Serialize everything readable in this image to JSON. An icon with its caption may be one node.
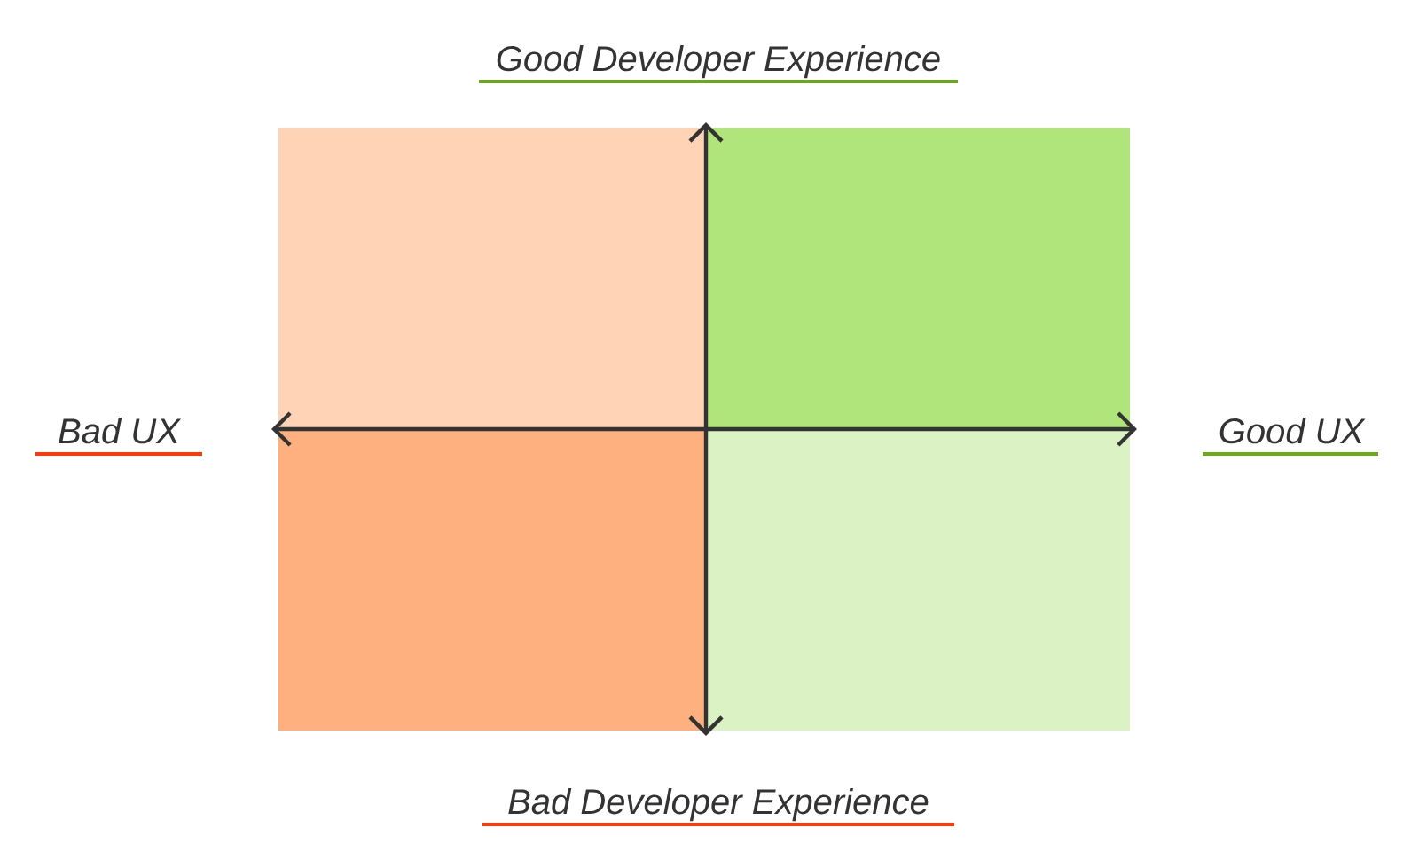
{
  "diagram": {
    "labels": [
      "Good Developer Experience",
      "Bad UX",
      "Good UX",
      "Bad Developer Experience"
    ]
  }
}
